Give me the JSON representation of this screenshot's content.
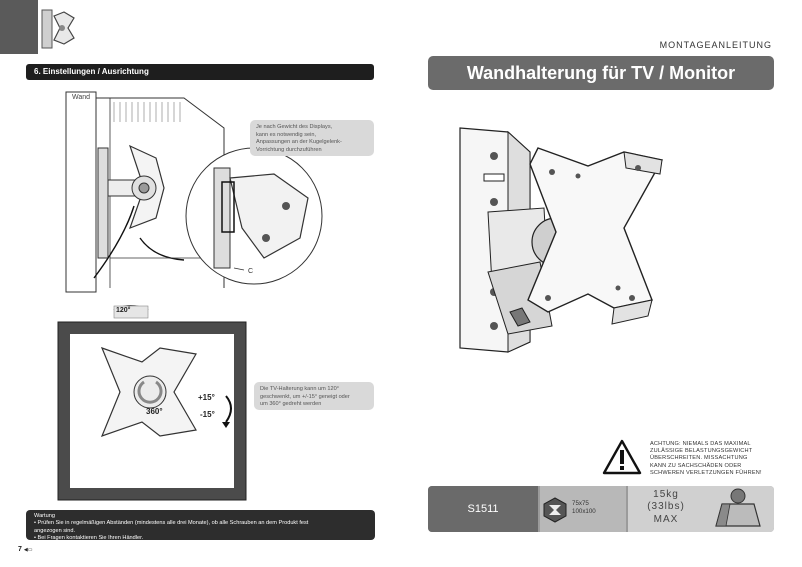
{
  "left_page": {
    "section_title": "6. Einstellungen / Ausrichtung",
    "figure1": {
      "wall_label": "Wand",
      "part_label": "C",
      "callout": [
        "Je nach Gewicht des Displays,",
        "kann es notwendig sein,",
        "Anpassungen an der Kugelgelenk-",
        "Vorrichtung durchzuführen"
      ]
    },
    "figure2": {
      "swivel_label": "120°",
      "rotation_label": "360°",
      "tilt_up_label": "+15°",
      "tilt_down_label": "-15°",
      "callout": [
        "Die TV-Halterung kann um 120°",
        "geschwenkt, um +/-15° geneigt oder",
        "um 360° gedreht werden"
      ]
    },
    "warning": {
      "heading": "Wartung",
      "lines": [
        "• Prüfen Sie in regelmäßigen Abständen (mindestens alle drei Monate), ob alle Schrauben an dem Produkt fest",
        "angezogen sind.",
        "• Bei Fragen kontaktieren Sie Ihren Händler."
      ]
    },
    "page_number": "7"
  },
  "right_page": {
    "subtitle": "MONTAGEANLEITUNG",
    "title": "Wandhalterung für TV / Monitor",
    "caution": [
      "ACHTUNG: NIEMALS DAS MAXIMAL",
      "ZULÄSSIGE BELASTUNGSGEWICHT",
      "ÜBERSCHREITEN. MISSACHTUNG",
      "KANN ZU SACHSCHÄDEN ODER",
      "SCHWEREN VERLETZUNGEN FÜHREN!"
    ],
    "specs": {
      "model": "S1511",
      "vesa": [
        "75x75",
        "100x100"
      ],
      "load": [
        "15kg",
        "(33lbs)",
        "MAX"
      ]
    }
  },
  "colors": {
    "section_bar": "#1e1e1e",
    "title_bar": "#6b6b6b",
    "spec_model": "#6a6a6a",
    "spec_light": "#d0d0d0"
  }
}
